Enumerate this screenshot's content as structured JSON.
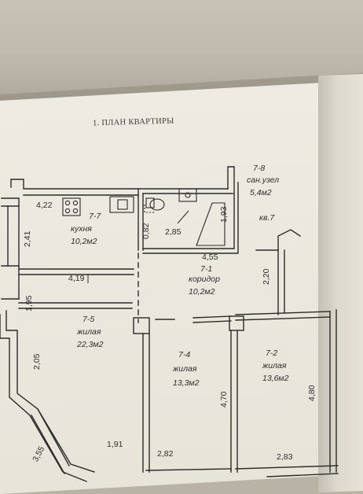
{
  "title": "1. ПЛАН КВАРТИРЫ",
  "apartment": "кв.7",
  "rooms": [
    {
      "id": "7-8",
      "name": "сан.узел",
      "area": "5,4м2"
    },
    {
      "id": "7-7",
      "name": "кухня",
      "area": "10,2м2"
    },
    {
      "id": "7-1",
      "name": "коридор",
      "area": "10,2м2"
    },
    {
      "id": "7-5",
      "name": "жилая",
      "area": "22,3м2"
    },
    {
      "id": "7-4",
      "name": "жилая",
      "area": "13,3м2"
    },
    {
      "id": "7-2",
      "name": "жилая",
      "area": "13,6м2"
    }
  ],
  "dimensions": {
    "kitchen_width": "4,22",
    "kitchen_height": "2,41",
    "bath_height": "1,93",
    "bath_side": "0,82",
    "bath_width": "2,85",
    "corridor_width": "4,55",
    "kitchen_bottom": "4,19",
    "corridor_height": "2,20",
    "wall_left": "1,95",
    "room5_left": "2,05",
    "room5_bottom": "1,91",
    "room5_diag": "3,55",
    "room4_width": "2,82",
    "room4_height": "4,70",
    "room2_width": "2,83",
    "room2_height": "4,80"
  }
}
